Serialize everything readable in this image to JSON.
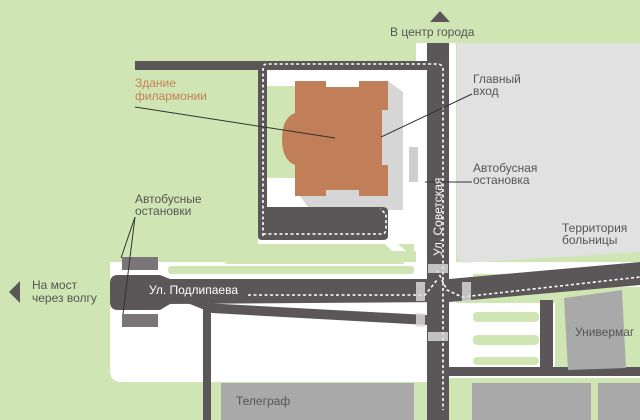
{
  "colors": {
    "grass": "#cfe6b4",
    "road": "#5b5758",
    "building": "#c07f58",
    "label_accent": "#c58058",
    "area_gray": "#e1e1e1",
    "block_gray": "#a9a9a9",
    "text": "#555555"
  },
  "labels": {
    "to_center": "В центр города",
    "philharmonic_line1": "Здание",
    "philharmonic_line2": "филармонии",
    "main_entrance_line1": "Главный",
    "main_entrance_line2": "вход",
    "bus_stop_line1": "Автобусная",
    "bus_stop_line2": "остановка",
    "bus_stops_line1": "Автобусные",
    "bus_stops_line2": "остановки",
    "hospital_line1": "Территория",
    "hospital_line2": "больницы",
    "bridge_line1": "На мост",
    "bridge_line2": "через волгу",
    "street_podlipaeva": "Ул. Подлипаева",
    "street_sovetskaya": "Ул. Советская",
    "univermag": "Универмаг",
    "telegraph": "Телеграф"
  },
  "icons": {
    "up_arrow": "triangle-up-icon",
    "left_arrow": "triangle-left-icon"
  }
}
